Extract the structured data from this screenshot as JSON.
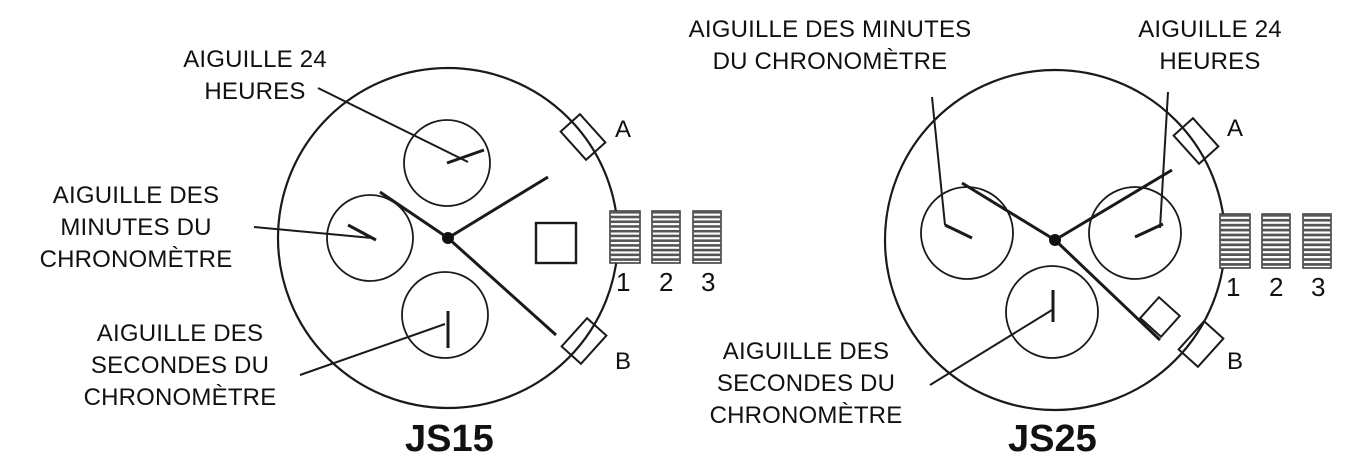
{
  "watches": [
    {
      "model": "JS15",
      "labels": {
        "hour24_line1": "AIGUILLE 24",
        "hour24_line2": "HEURES",
        "minutes_line1": "AIGUILLE DES",
        "minutes_line2": "MINUTES DU",
        "minutes_line3": "CHRONOMÈTRE",
        "seconds_line1": "AIGUILLE DES",
        "seconds_line2": "SECONDES DU",
        "seconds_line3": "CHRONOMÈTRE"
      },
      "buttons": {
        "top": "A",
        "bottom": "B"
      },
      "crown_positions": [
        "1",
        "2",
        "3"
      ]
    },
    {
      "model": "JS25",
      "labels": {
        "minutes_line1": "AIGUILLE DES MINUTES",
        "minutes_line2": "DU CHRONOMÈTRE",
        "hour24_line1": "AIGUILLE 24",
        "hour24_line2": "HEURES",
        "seconds_line1": "AIGUILLE DES",
        "seconds_line2": "SECONDES DU",
        "seconds_line3": "CHRONOMÈTRE"
      },
      "buttons": {
        "top": "A",
        "bottom": "B"
      },
      "crown_positions": [
        "1",
        "2",
        "3"
      ]
    }
  ]
}
